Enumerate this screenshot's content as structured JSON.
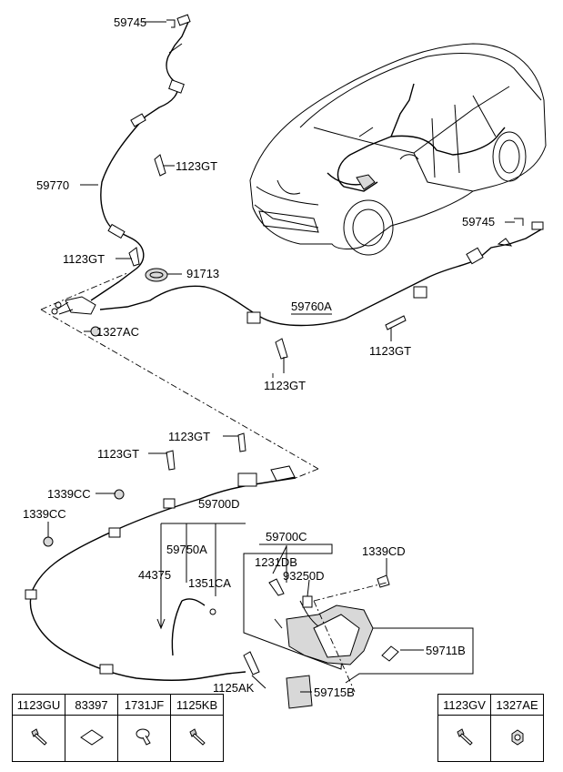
{
  "labels": {
    "l59745_top": "59745",
    "l1123gt_a": "1123GT",
    "l59770": "59770",
    "l59745_right": "59745",
    "l1123gt_b": "1123GT",
    "l91713": "91713",
    "l59760a": "59760A",
    "l1327ac": "1327AC",
    "l1123gt_c": "1123GT",
    "l1123gt_d": "1123GT",
    "l1123gt_e": "1123GT",
    "l1123gt_f": "1123GT",
    "l1339cc_a": "1339CC",
    "l1339cc_b": "1339CC",
    "l59700d": "59700D",
    "l59700c": "59700C",
    "l59750a": "59750A",
    "l1231db": "1231DB",
    "l1339cd": "1339CD",
    "l93250d": "93250D",
    "l44375": "44375",
    "l1351ca": "1351CA",
    "l59711b": "59711B",
    "l1125ak": "1125AK",
    "l59715b": "59715B"
  },
  "legend_left": {
    "headers": [
      "1123GU",
      "83397",
      "1731JF",
      "1125KB"
    ],
    "icons": [
      "bolt-icon",
      "pad-icon",
      "clip-icon",
      "bolt-icon"
    ]
  },
  "legend_right": {
    "headers": [
      "1123GV",
      "1327AE"
    ],
    "icons": [
      "bolt-icon",
      "nut-icon"
    ]
  }
}
